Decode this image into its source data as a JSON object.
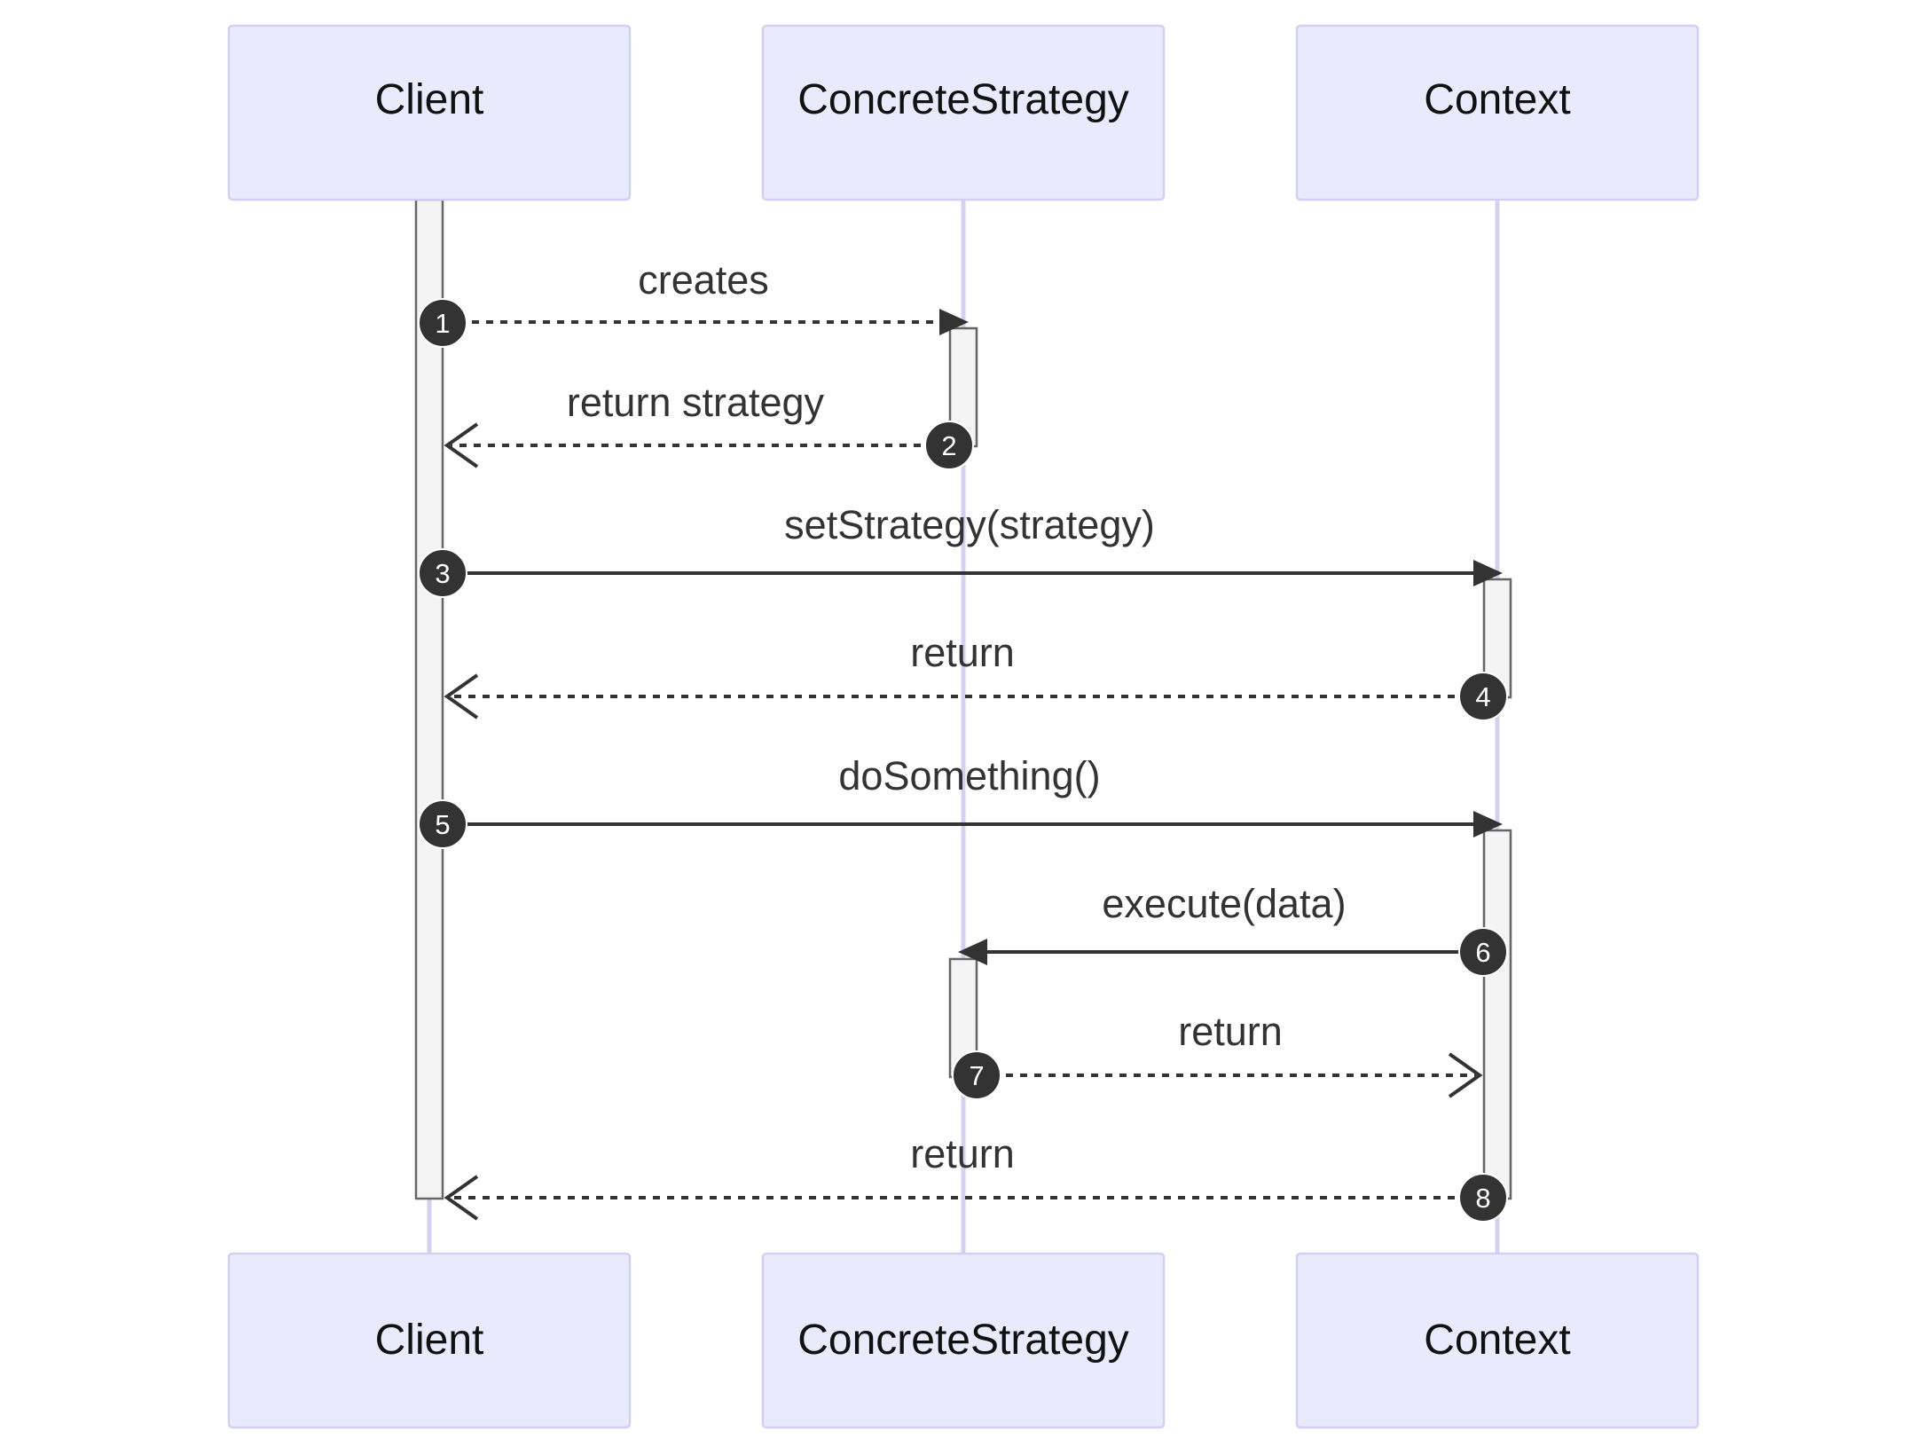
{
  "participants": [
    {
      "id": "client",
      "label": "Client"
    },
    {
      "id": "strategy",
      "label": "ConcreteStrategy"
    },
    {
      "id": "context",
      "label": "Context"
    }
  ],
  "messages": [
    {
      "num": "1",
      "label": "creates",
      "from": "client",
      "to": "strategy",
      "style": "dashed",
      "arrow": "filled"
    },
    {
      "num": "2",
      "label": "return strategy",
      "from": "strategy",
      "to": "client",
      "style": "dashed",
      "arrow": "open"
    },
    {
      "num": "3",
      "label": "setStrategy(strategy)",
      "from": "client",
      "to": "context",
      "style": "solid",
      "arrow": "filled"
    },
    {
      "num": "4",
      "label": "return",
      "from": "context",
      "to": "client",
      "style": "dashed",
      "arrow": "open"
    },
    {
      "num": "5",
      "label": "doSomething()",
      "from": "client",
      "to": "context",
      "style": "solid",
      "arrow": "filled"
    },
    {
      "num": "6",
      "label": "execute(data)",
      "from": "context",
      "to": "strategy",
      "style": "solid",
      "arrow": "filled"
    },
    {
      "num": "7",
      "label": "return",
      "from": "strategy",
      "to": "context",
      "style": "dashed",
      "arrow": "open"
    },
    {
      "num": "8",
      "label": "return",
      "from": "context",
      "to": "client",
      "style": "dashed",
      "arrow": "open"
    }
  ],
  "colors": {
    "actor_fill": "#eaeafd",
    "actor_stroke": "#d3cff2",
    "lifeline": "#d6d0f0",
    "message": "#333333",
    "badge": "#333333"
  }
}
